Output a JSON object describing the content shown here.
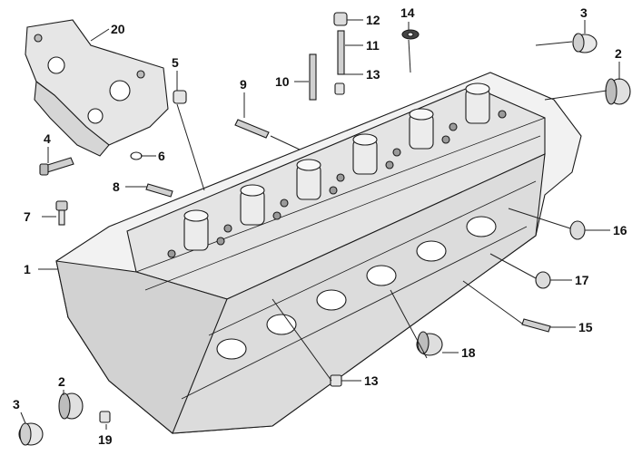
{
  "diagram": {
    "subject": "cylinder-head-exploded-view",
    "callouts": [
      {
        "id": "c1",
        "label": "1"
      },
      {
        "id": "c2a",
        "label": "2"
      },
      {
        "id": "c2b",
        "label": "2"
      },
      {
        "id": "c3a",
        "label": "3"
      },
      {
        "id": "c3b",
        "label": "3"
      },
      {
        "id": "c4",
        "label": "4"
      },
      {
        "id": "c5",
        "label": "5"
      },
      {
        "id": "c6",
        "label": "6"
      },
      {
        "id": "c7",
        "label": "7"
      },
      {
        "id": "c8",
        "label": "8"
      },
      {
        "id": "c9",
        "label": "9"
      },
      {
        "id": "c10",
        "label": "10"
      },
      {
        "id": "c11",
        "label": "11"
      },
      {
        "id": "c12",
        "label": "12"
      },
      {
        "id": "c13a",
        "label": "13"
      },
      {
        "id": "c13b",
        "label": "13"
      },
      {
        "id": "c14",
        "label": "14"
      },
      {
        "id": "c15",
        "label": "15"
      },
      {
        "id": "c16",
        "label": "16"
      },
      {
        "id": "c17",
        "label": "17"
      },
      {
        "id": "c18",
        "label": "18"
      },
      {
        "id": "c19",
        "label": "19"
      },
      {
        "id": "c20",
        "label": "20"
      }
    ]
  }
}
